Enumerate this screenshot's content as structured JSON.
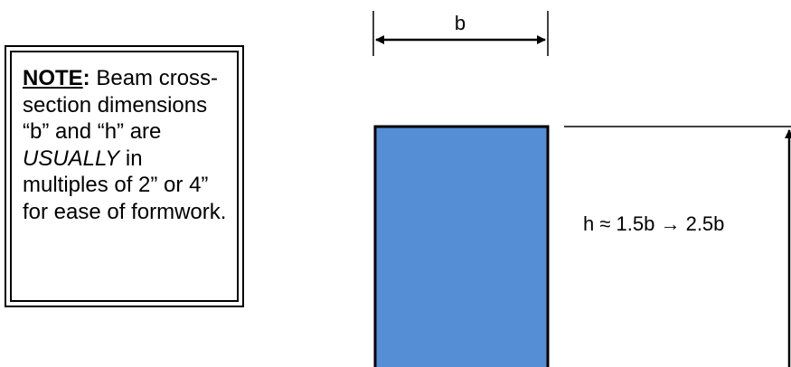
{
  "note": {
    "heading": "NOTE",
    "colon": ":",
    "text_1": "Beam cross-section dimensions “b” and “h” are ",
    "emphasis": "USUALLY",
    "text_2": " in multiples of 2” or 4” for ease of formwork."
  },
  "beam": {
    "width_label": "b",
    "height_label": "h ≈ 1.5b → 2.5b",
    "fill_color": "#558ed5",
    "outline_color": "#000000"
  }
}
